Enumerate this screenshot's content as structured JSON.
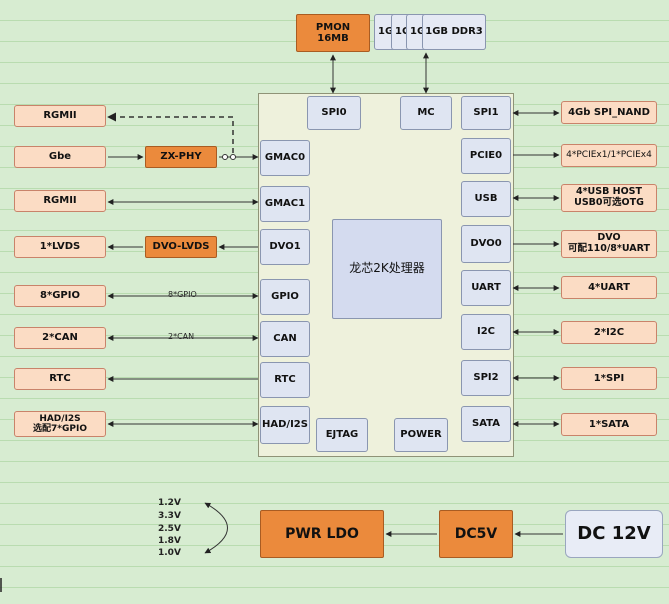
{
  "processor": {
    "title": "龙芯2K处理器",
    "ports_left": [
      "GMAC0",
      "GMAC1",
      "DVO1",
      "GPIO",
      "CAN",
      "RTC",
      "HAD/I2S"
    ],
    "ports_right": [
      "SPI1",
      "PCIE0",
      "USB",
      "DVO0",
      "UART",
      "I2C",
      "SPI2",
      "SATA"
    ],
    "ports_top": [
      "SPI0",
      "MC"
    ],
    "ports_bottom": [
      "EJTAG",
      "POWER"
    ]
  },
  "memory": {
    "pmon": "PMON\n16MB",
    "ddr_stack": [
      "1G",
      "1G",
      "1G"
    ],
    "ddr_main": "1GB DDR3"
  },
  "left_external": [
    "RGMII",
    "Gbe",
    "RGMII",
    "1*LVDS",
    "8*GPIO",
    "2*CAN",
    "RTC",
    "HAD/I2S\n选配7*GPIO"
  ],
  "left_bridges": [
    "ZX-PHY",
    "DVO-LVDS"
  ],
  "left_wire_labels": [
    "8*GPIO",
    "2*CAN"
  ],
  "right_external": [
    "4Gb SPI_NAND",
    "4*PCIEx1/1*PCIEx4",
    "4*USB HOST\nUSB0可选OTG",
    "DVO\n可配110/8*UART",
    "4*UART",
    "2*I2C",
    "1*SPI",
    "1*SATA"
  ],
  "power": {
    "ldo": "PWR LDO",
    "dc5v": "DC5V",
    "dc12v": "DC 12V",
    "voltages": [
      "1.2V",
      "3.3V",
      "2.5V",
      "1.8V",
      "1.0V"
    ]
  },
  "colors": {
    "background": "#d7ecd1",
    "external_box": "#fbdcc4",
    "bridge_box": "#eb8a3c",
    "port_box": "#dfe5f2",
    "cpu_box": "#d4dbef"
  }
}
